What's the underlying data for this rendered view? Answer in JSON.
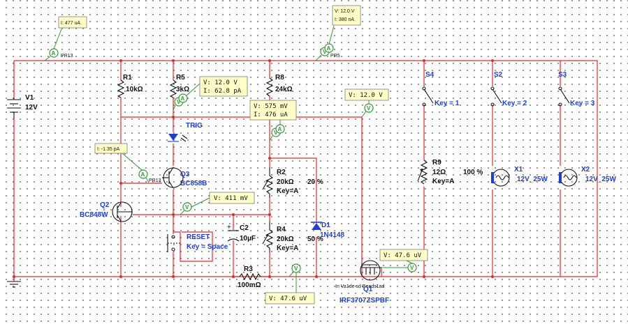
{
  "v1": {
    "ref": "V1",
    "value": "12V"
  },
  "r1": {
    "ref": "R1",
    "value": "10kΩ"
  },
  "r5": {
    "ref": "R5",
    "value": "3kΩ"
  },
  "r8": {
    "ref": "R8",
    "value": "24kΩ"
  },
  "r2": {
    "ref": "R2",
    "value": "20kΩ",
    "key": "Key=A",
    "pct": "20 %"
  },
  "r4": {
    "ref": "R4",
    "value": "20kΩ",
    "key": "Key=A",
    "pct": "50 %"
  },
  "r3": {
    "ref": "R3",
    "value": "100mΩ"
  },
  "r9": {
    "ref": "R9",
    "value": "12Ω",
    "key": "Key=A",
    "pct": "100 %"
  },
  "c2": {
    "ref": "C2",
    "value": "10µF"
  },
  "q2": {
    "ref": "Q2",
    "model": "BC848W"
  },
  "q3": {
    "ref": "Q3",
    "model": "BC858B"
  },
  "q1": {
    "ref": "Q1",
    "model": "IRF3707ZSPBF"
  },
  "d1": {
    "ref": "D1",
    "model": "1N4148"
  },
  "led": {
    "label": "TRIG"
  },
  "reset": {
    "label": "RESET",
    "key": "Key = Space"
  },
  "s4": {
    "ref": "S4",
    "key": "Key = 1"
  },
  "s2": {
    "ref": "S2",
    "key": "Key = 2"
  },
  "s3": {
    "ref": "S3",
    "key": "Key = 3"
  },
  "x1": {
    "ref": "X1",
    "value": "12V_25W"
  },
  "x2": {
    "ref": "X2",
    "value": "12V_25W"
  },
  "probes": {
    "pr13_top": {
      "name": "PR13",
      "i": "I: 477 uA"
    },
    "pr5": {
      "name": "PR5",
      "v": "V: 12.0 V",
      "i": "I: 380 nA"
    },
    "r5_probe": {
      "v": "V: 12.0 V",
      "i": "I: 62.8 pA"
    },
    "mid": {
      "v": "V: 575 mV",
      "i": "I: 476 uA"
    },
    "vtop": {
      "v": "V: 12.0 V"
    },
    "q3_probe": {
      "name": "PR13",
      "i": "I: -1.35 pA"
    },
    "q2base": {
      "v": "V: 411 mV"
    },
    "gate": {
      "v": "V: 47.6 uV"
    },
    "bottom": {
      "v": "V: 47.6 uV"
    }
  },
  "meter_labels": {
    "ammeter": "A",
    "voltmeter": "V"
  },
  "q1_label_tiny": "In  Va1de  sd  Beads1ad"
}
